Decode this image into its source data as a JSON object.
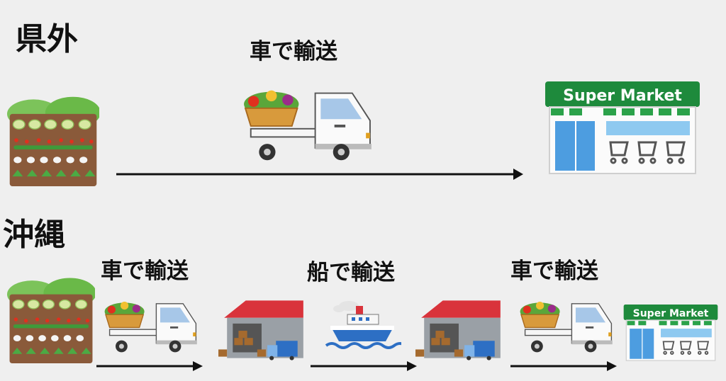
{
  "top": {
    "region": "県外",
    "label": "車で輸送",
    "store_sign": "Super Market"
  },
  "bottom": {
    "region": "沖縄",
    "labels": [
      "車で輸送",
      "船で輸送",
      "車で輸送"
    ],
    "store_sign": "Super Market"
  },
  "colors": {
    "store_green": "#1e8a3c",
    "warehouse_roof": "#d9333b",
    "ship_blue": "#2d6fc4"
  }
}
